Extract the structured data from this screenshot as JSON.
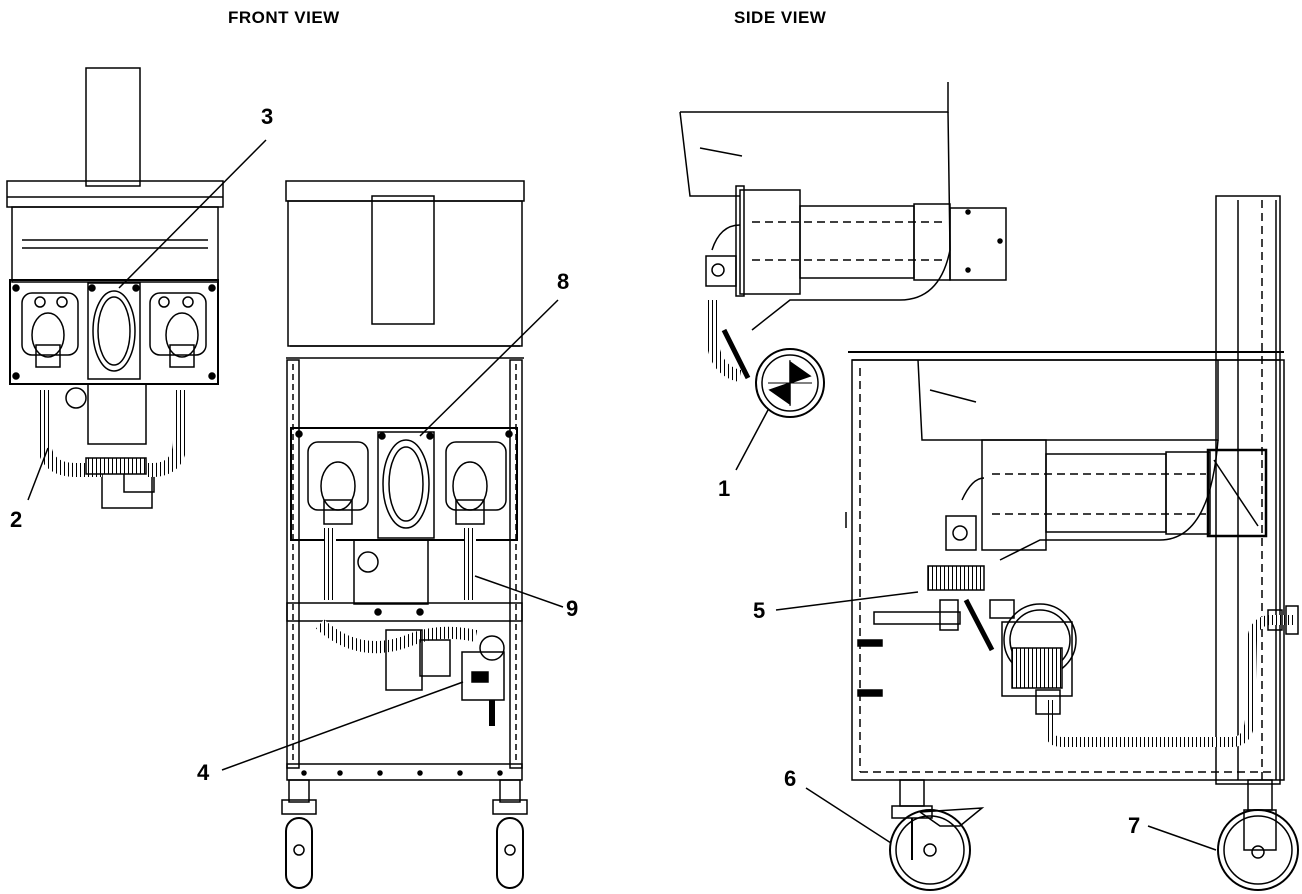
{
  "views": {
    "front_title": "FRONT VIEW",
    "side_title": "SIDE VIEW"
  },
  "callouts": [
    {
      "id": "1",
      "label": "1"
    },
    {
      "id": "2",
      "label": "2"
    },
    {
      "id": "3",
      "label": "3"
    },
    {
      "id": "4",
      "label": "4"
    },
    {
      "id": "5",
      "label": "5"
    },
    {
      "id": "6",
      "label": "6"
    },
    {
      "id": "7",
      "label": "7"
    },
    {
      "id": "8",
      "label": "8"
    },
    {
      "id": "9",
      "label": "9"
    }
  ]
}
